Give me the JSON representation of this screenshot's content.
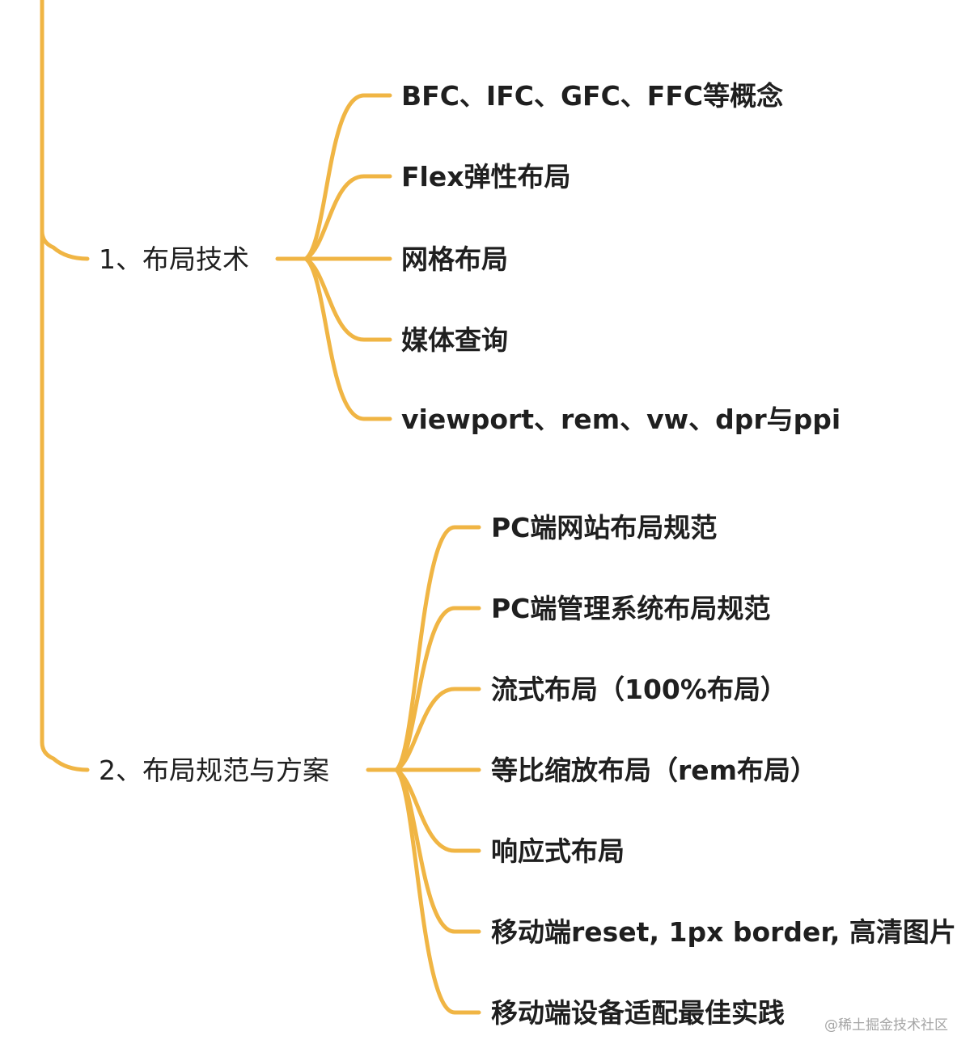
{
  "mindmap": {
    "branches": [
      {
        "label": "1、布局技术",
        "children": [
          "BFC、IFC、GFC、FFC等概念",
          "Flex弹性布局",
          "网格布局",
          "媒体查询",
          "viewport、rem、vw、dpr与ppi"
        ]
      },
      {
        "label": "2、布局规范与方案",
        "children": [
          "PC端网站布局规范",
          "PC端管理系统布局规范",
          "流式布局（100%布局）",
          "等比缩放布局（rem布局）",
          "响应式布局",
          "移动端reset, 1px border, 高清图片",
          "移动端设备适配最佳实践"
        ]
      }
    ]
  },
  "colors": {
    "connector": "#f0b544",
    "text": "#1f1f1f"
  },
  "watermark": "@稀土掘金技术社区"
}
